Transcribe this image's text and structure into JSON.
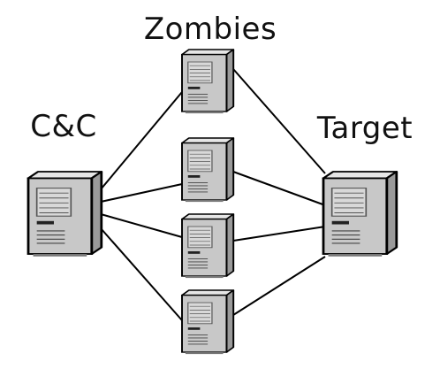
{
  "labels": {
    "zombies": "Zombies",
    "cc": "C&C",
    "target": "Target"
  },
  "nodes": {
    "cc": {
      "icon": "server-icon",
      "role": "command-and-control"
    },
    "zombies": [
      {
        "icon": "server-icon"
      },
      {
        "icon": "server-icon"
      },
      {
        "icon": "server-icon"
      },
      {
        "icon": "server-icon"
      }
    ],
    "target": {
      "icon": "server-icon"
    }
  },
  "colors": {
    "server_front": "#c9c9c9",
    "server_side": "#9c9c9c",
    "server_top": "#e4e4e4",
    "line": "#000000"
  }
}
